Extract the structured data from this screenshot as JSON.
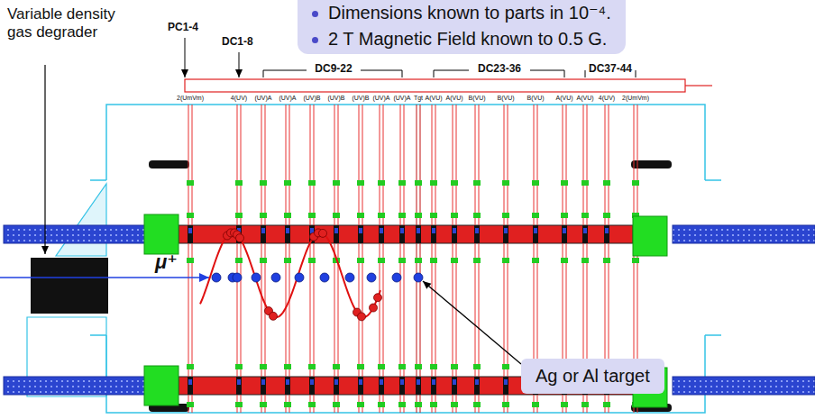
{
  "diagram": {
    "nodes": [
      {
        "text": [
          "Dimensions known to parts in 10⁻⁴.",
          "2 T Magnetic Field known to 0.5 G."
        ]
      },
      {
        "text": [
          "Ag or Al target"
        ]
      }
    ],
    "edges": [],
    "labels": [
      "Variable density gas degrader",
      "PC1-4",
      "DC1-8",
      "DC9-22",
      "DC23-36",
      "DC37-44",
      "μ⁺",
      "2(UmVm)",
      "4(UV)",
      "(UV)A",
      "(UV)A",
      "(UV)B",
      "(UV)B",
      "(UV)B",
      "(UV)A",
      "(UV)A",
      "Tgt",
      "A(VU)",
      "A(VU)",
      "B(VU)",
      "B(VU)",
      "B(VU)",
      "A(VU)",
      "A(VU)",
      "4(UV)",
      "2(UmVm)"
    ]
  }
}
